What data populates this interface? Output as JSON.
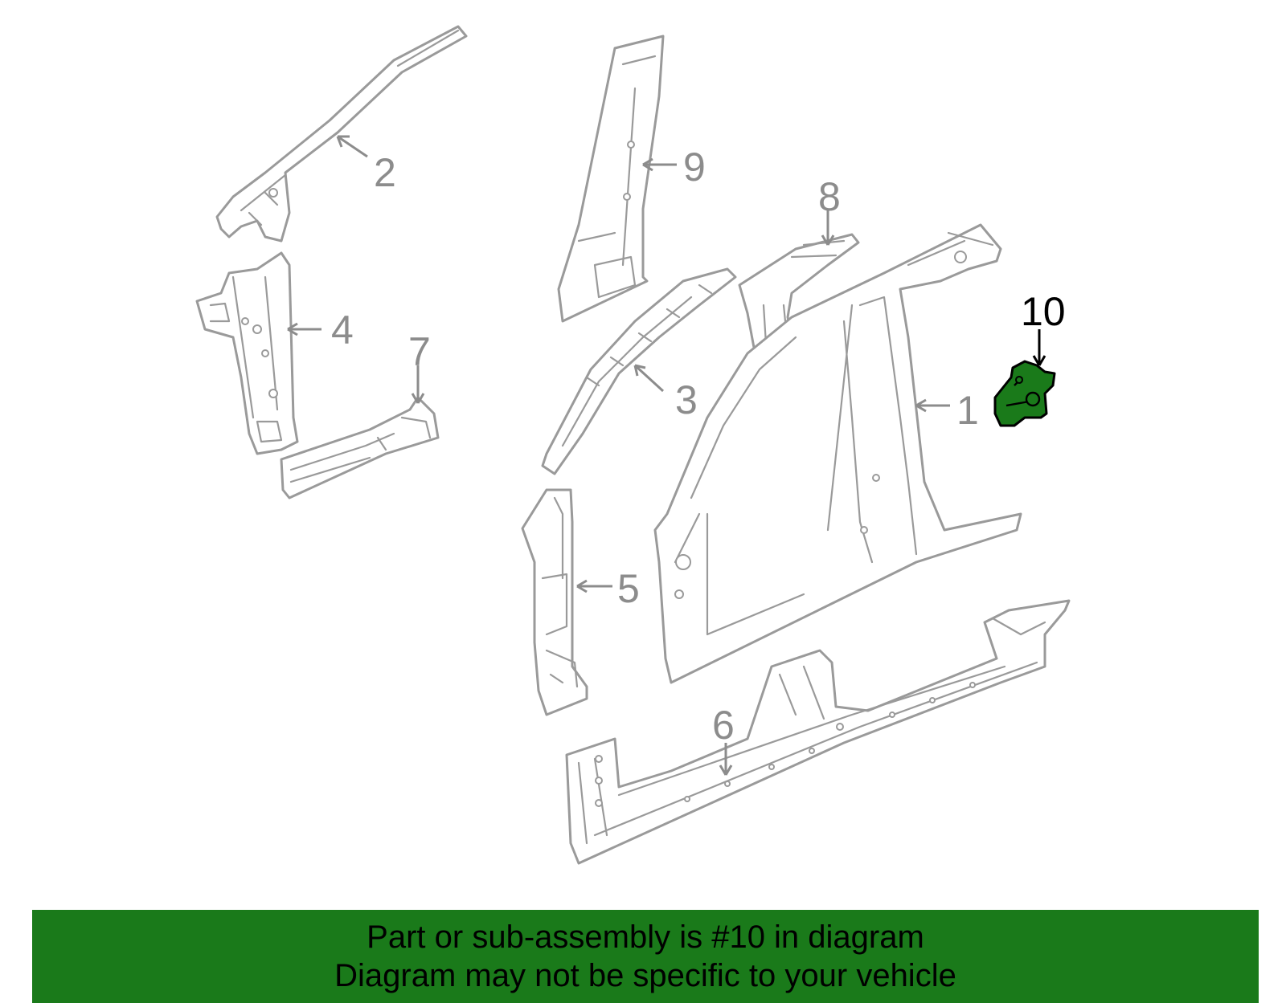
{
  "diagram": {
    "callouts": {
      "c1": "1",
      "c2": "2",
      "c3": "3",
      "c4": "4",
      "c5": "5",
      "c6": "6",
      "c7": "7",
      "c8": "8",
      "c9": "9",
      "c10": "10"
    },
    "highlighted_part": "10",
    "colors": {
      "line": "#9a9a9a",
      "highlight_fill": "#1a7a1a",
      "banner": "#1a7a1a"
    }
  },
  "banner": {
    "line1": "Part or sub-assembly is #10 in diagram",
    "line2": "Diagram may not be specific to your vehicle"
  }
}
